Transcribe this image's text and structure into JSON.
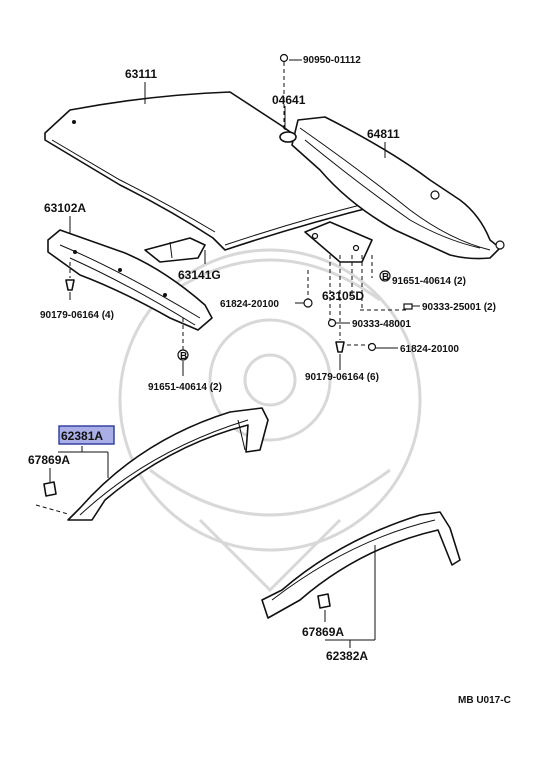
{
  "labels": {
    "roof_panel": "63111",
    "top_screw": "90950-01112",
    "center_part": "04641",
    "rear_rail": "64811",
    "front_header": "63102A",
    "header_bracket": "63141G",
    "clip_left": "90179-06164 (4)",
    "bolt_left": "91651-40614 (2)",
    "bolt_right": "91651-40614 (2)",
    "nut_right_upper": "90333-25001 (2)",
    "nut_left": "61824-20100",
    "bracket_d": "63105D",
    "nut_right_mid": "90333-48001",
    "nut_right_low": "61824-20100",
    "clip_right": "90179-06164 (6)",
    "highlight_part": "62381A",
    "clip_front": "67869A",
    "clip_rear": "67869A",
    "rear_trim": "62382A",
    "diagram_code": "MB  U017-C"
  },
  "colors": {
    "highlight_fill": "#a9aee6",
    "highlight_border": "#2b3a9b",
    "watermark": "#d8d8d8"
  }
}
